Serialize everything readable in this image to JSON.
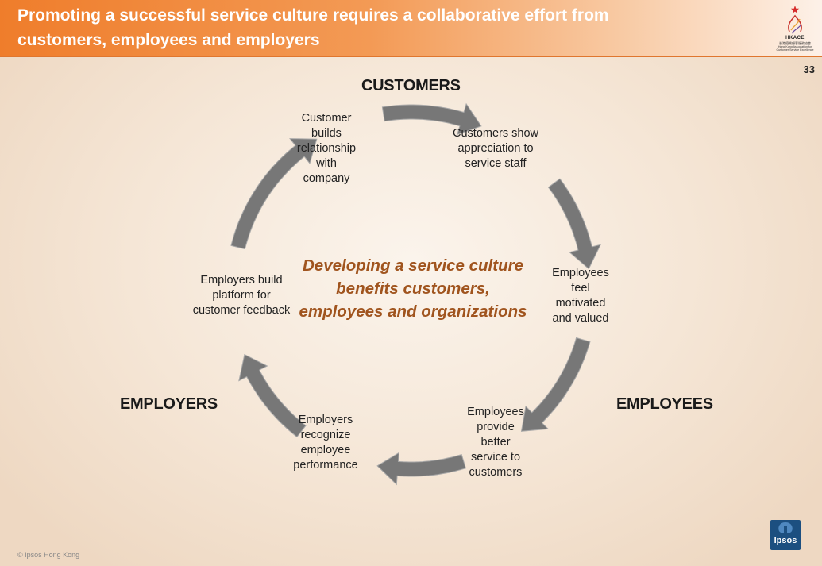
{
  "header": {
    "title": "Promoting a successful service culture requires a collaborative effort from\ncustomers, employees and employers",
    "logo": {
      "name": "HKACE",
      "chinese": "香港優質顧客服務協會",
      "subtitle": "Hong Kong Association for\nCustomer Service Excellence"
    }
  },
  "page_number": "33",
  "groups": {
    "customers": "CUSTOMERS",
    "employees": "EMPLOYEES",
    "employers": "EMPLOYERS"
  },
  "steps": [
    "Customer\nbuilds\nrelationship\nwith\ncompany",
    "Customers show\nappreciation to\nservice staff",
    "Employees\nfeel\nmotivated\nand valued",
    "Employees\nprovide\nbetter\nservice to\ncustomers",
    "Employers\nrecognize\nemployee\nperformance",
    "Employers build\nplatform for\ncustomer feedback"
  ],
  "center_message": "Developing a service culture\nbenefits customers,\nemployees and organizations",
  "footer": {
    "copyright": "© Ipsos Hong Kong",
    "brand": "Ipsos"
  },
  "colors": {
    "header_orange": "#ef7d2b",
    "center_text": "#a0541e",
    "arrow_gray": "#777777",
    "ipsos_blue": "#1c4f80"
  }
}
